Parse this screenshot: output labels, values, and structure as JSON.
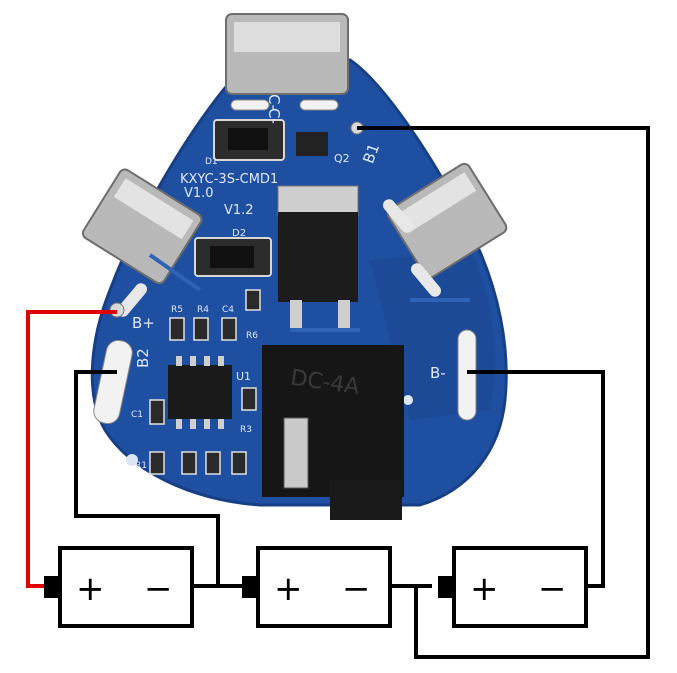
{
  "board": {
    "model": "KXYC-3S-CMD1",
    "version": "V1.0",
    "version_alt": "V1.2",
    "colors": {
      "pcb": "#1f4fa0",
      "pcb_dark": "#173f86",
      "wire_red": "#e10000",
      "wire_black": "#000000"
    }
  },
  "labels": {
    "c_minus_1": "C-",
    "c_minus_2": "C-",
    "b1": "B1",
    "b2": "B2",
    "b_plus": "B+",
    "b_minus": "B-",
    "q2": "Q2",
    "d1": "D1",
    "d2": "D2",
    "r1": "R1",
    "r3": "R3",
    "r4": "R4",
    "r5": "R5",
    "r6": "R6",
    "c1": "C1",
    "c4": "C4",
    "u1": "U1",
    "ic_marking": "DC-4A"
  },
  "cells": [
    {
      "plus": "+",
      "minus": "−"
    },
    {
      "plus": "+",
      "minus": "−"
    },
    {
      "plus": "+",
      "minus": "−"
    }
  ]
}
